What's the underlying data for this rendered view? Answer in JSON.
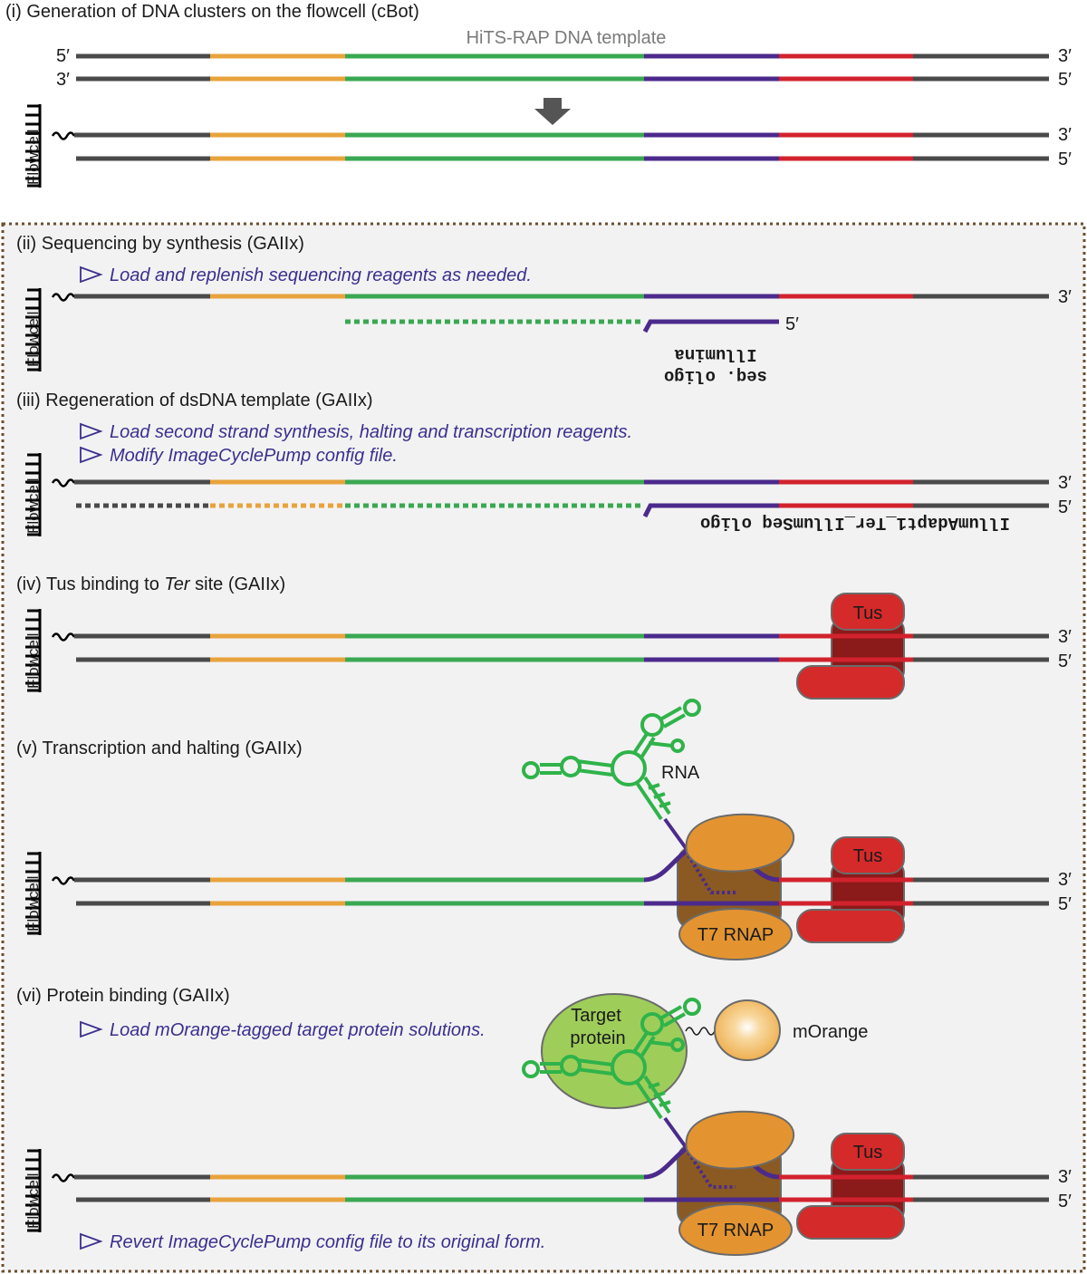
{
  "colors": {
    "dark": "#4a4a4a",
    "orange": "#e8a33d",
    "green": "#3aa852",
    "purple": "#4b2a8c",
    "red": "#d2222d",
    "tus": "#d42a2a",
    "tus_dark": "#8b1a1a",
    "rnap": "#e39430",
    "rnap_dark": "#8a5a22",
    "rna": "#2fb34a",
    "target": "#9fcd5a",
    "morange": "#f0b454",
    "note": "#3b2f8f",
    "panel_bg": "#f2f2f2",
    "panel_border": "#6b4e2e"
  },
  "section1": {
    "title": "(i) Generation of DNA clusters on the flowcell (cBot)",
    "template_label": "HiTS-RAP DNA template",
    "top_left": "5′",
    "top_right": "3′",
    "bottom_left": "3′",
    "bottom_right": "5′",
    "flow_top_right": "3′",
    "flow_bottom_right": "5′"
  },
  "section2": {
    "title": "(ii) Sequencing by synthesis (GAIIx)",
    "note": "Load and replenish sequencing reagents as needed.",
    "right_end": "3′",
    "primer_end": "5′",
    "primer_line1": "seq. oligo",
    "primer_line2": "Illumina"
  },
  "section3": {
    "title": "(iii) Regeneration of dsDNA template (GAIIx)",
    "note1": "Load second strand synthesis, halting and transcription reagents.",
    "note2": "Modify ImageCyclePump config file.",
    "right_top": "3′",
    "right_bottom": "5′",
    "primer_label": "IllumAdapt1_Ter_IllumSeq oligo"
  },
  "section4": {
    "title_prefix": "(iv) Tus binding to ",
    "title_italic": "Ter",
    "title_suffix": " site (GAIIx)",
    "tus": "Tus",
    "right_top": "3′",
    "right_bottom": "5′"
  },
  "section5": {
    "title": "(v) Transcription and halting (GAIIx)",
    "rna": "RNA",
    "tus": "Tus",
    "rnap": "T7 RNAP",
    "right_top": "3′",
    "right_bottom": "5′"
  },
  "section6": {
    "title": "(vi) Protein binding (GAIIx)",
    "note": "Load mOrange-tagged target protein solutions.",
    "target_line1": "Target",
    "target_line2": "protein",
    "morange": "mOrange",
    "tus": "Tus",
    "rnap": "T7 RNAP",
    "right_top": "3′",
    "right_bottom": "5′",
    "note_bottom": "Revert ImageCyclePump config file to its original form."
  },
  "flowcell_label": "Flowcell"
}
